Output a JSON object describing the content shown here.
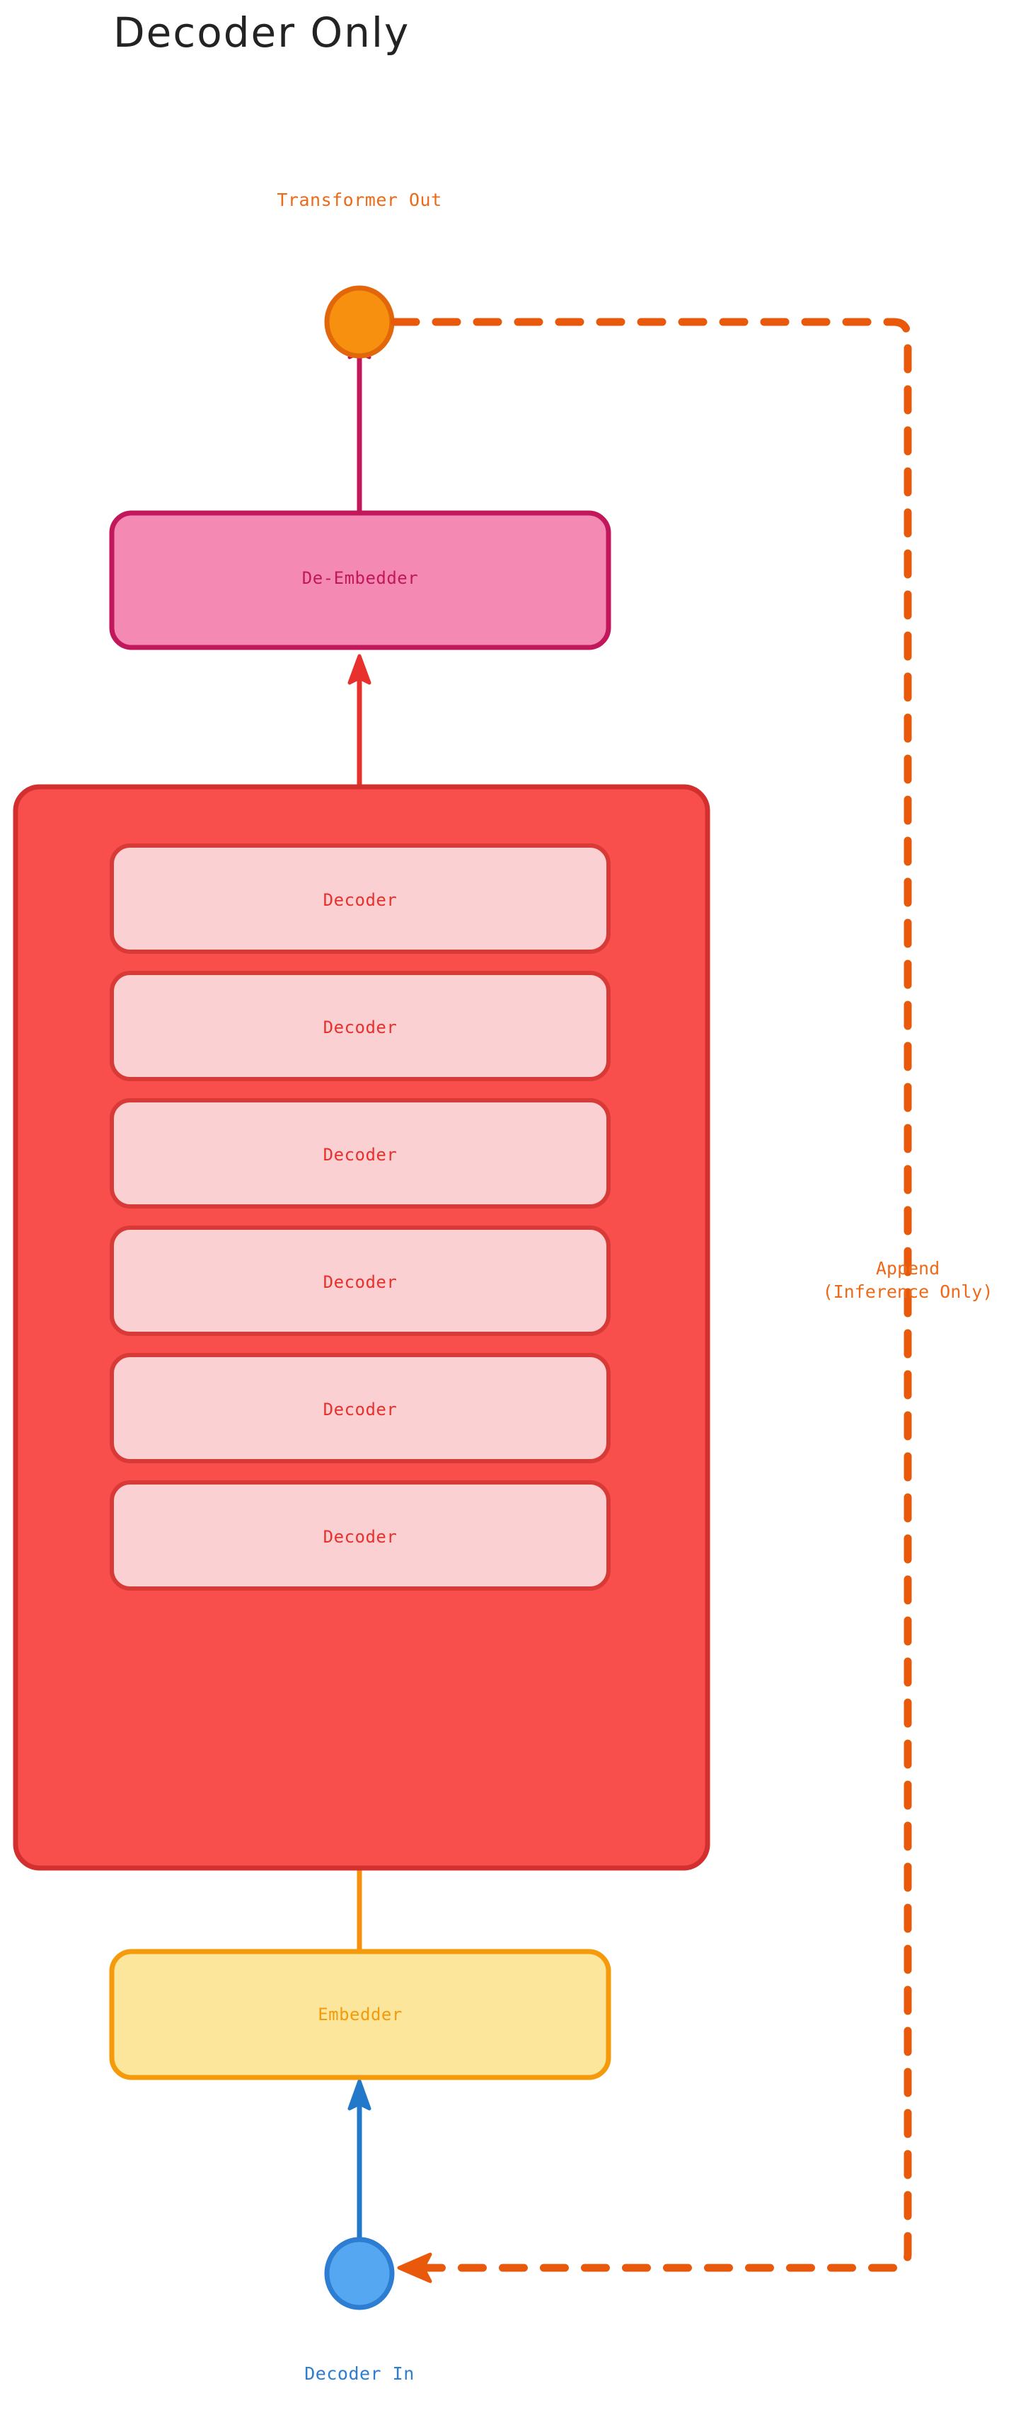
{
  "title": "Decoder Only",
  "colors": {
    "title": "#232323",
    "orange_node_fill": "#f7900e",
    "orange_node_stroke": "#e2660a",
    "orange_text": "#ec6a18",
    "blue_node_fill": "#54a7f0",
    "blue_node_stroke": "#2d7dd2",
    "blue_text": "#2d7dd2",
    "pink_box_fill": "#f489b4",
    "pink_box_stroke": "#c2185b",
    "pink_text": "#c2185b",
    "red_container_fill": "#f84f4d",
    "red_container_stroke": "#d32f2f",
    "decoder_box_fill": "#fbd0d2",
    "decoder_box_stroke": "#d83a37",
    "decoder_text": "#e8302c",
    "yellow_box_fill": "#fbe69b",
    "yellow_box_stroke": "#f49a0b",
    "yellow_text": "#f49a0b",
    "crimson_arrow": "#c2185b",
    "red_arrow": "#e8302c",
    "orange_arrow": "#f7900e",
    "blue_arrow": "#2278c9",
    "dashed_line": "#e8590c"
  },
  "nodes": {
    "transformer_out": {
      "label": "Transformer Out",
      "shape": "circle"
    },
    "de_embedder": {
      "label": "De-Embedder",
      "shape": "rounded-rect"
    },
    "decoder_stack": {
      "shape": "rounded-rect-container",
      "layers": [
        {
          "label": "Decoder"
        },
        {
          "label": "Decoder"
        },
        {
          "label": "Decoder"
        },
        {
          "label": "Decoder"
        },
        {
          "label": "Decoder"
        },
        {
          "label": "Decoder"
        }
      ]
    },
    "embedder": {
      "label": "Embedder",
      "shape": "rounded-rect"
    },
    "decoder_in": {
      "label": "Decoder In",
      "shape": "circle"
    }
  },
  "edges": {
    "feedback": {
      "line1": "Append",
      "line2": "(Inference Only)",
      "style": "dashed",
      "direction": "transformer-out-to-decoder-in"
    }
  }
}
